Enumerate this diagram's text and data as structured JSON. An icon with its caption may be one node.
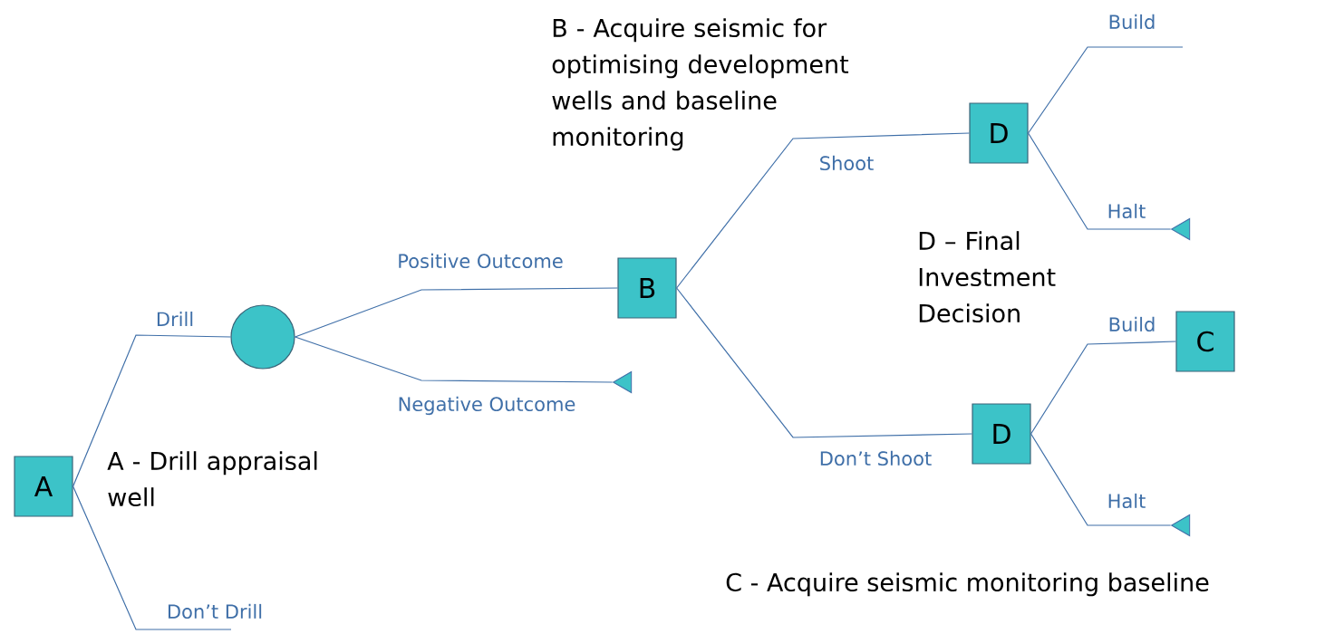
{
  "diagram": {
    "nodes": [
      {
        "text": [
          "A"
        ]
      },
      {
        "text": [],
        "shape": "circle"
      },
      {
        "text": [
          "B"
        ]
      },
      {
        "text": [],
        "shape": "triangle"
      },
      {
        "text": [
          "D"
        ]
      },
      {
        "text": [],
        "shape": "triangle"
      },
      {
        "text": [
          "D"
        ]
      },
      {
        "text": [
          "C"
        ]
      },
      {
        "text": [],
        "shape": "triangle"
      }
    ],
    "edges": [
      {
        "from": 0,
        "to": 1,
        "arrow": "none",
        "label": "Drill"
      },
      {
        "from": 0,
        "to": null,
        "arrow": "none",
        "label": "Don’t Drill"
      },
      {
        "from": 1,
        "to": 2,
        "arrow": "none",
        "label": "Positive Outcome"
      },
      {
        "from": 1,
        "to": 3,
        "arrow": "none",
        "label": "Negative Outcome"
      },
      {
        "from": 2,
        "to": 4,
        "arrow": "none",
        "label": "Shoot"
      },
      {
        "from": 2,
        "to": 6,
        "arrow": "none",
        "label": "Don’t Shoot"
      },
      {
        "from": 4,
        "to": null,
        "arrow": "none",
        "label": "Build"
      },
      {
        "from": 4,
        "to": 5,
        "arrow": "none",
        "label": "Halt"
      },
      {
        "from": 6,
        "to": 7,
        "arrow": "none",
        "label": "Build"
      },
      {
        "from": 6,
        "to": 8,
        "arrow": "none",
        "label": "Halt"
      }
    ],
    "labels": [
      "B - Acquire seismic for optimising development wells and baseline monitoring",
      "A - Drill appraisal well",
      "D – Final Investment Decision",
      "C - Acquire seismic monitoring baseline"
    ]
  }
}
